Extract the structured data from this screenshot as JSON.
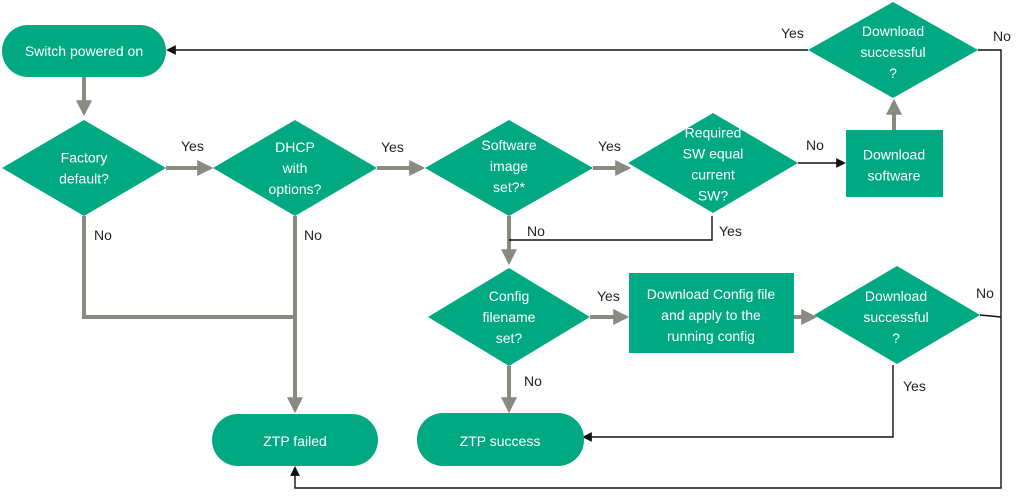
{
  "colors": {
    "node_fill": "#01a982",
    "node_text": "#ffffff",
    "flow_line": "#8a8a82",
    "return_line": "#111111",
    "label_text": "#222222"
  },
  "nodes": {
    "switch_powered_on": [
      "Switch powered on"
    ],
    "factory_default": [
      "Factory",
      "default?"
    ],
    "dhcp_options": [
      "DHCP",
      "with",
      "options?"
    ],
    "software_image_set": [
      "Software",
      "image",
      "set?*"
    ],
    "required_sw_equal": [
      "Required",
      "SW equal",
      "current",
      "SW?"
    ],
    "download_software": [
      "Download",
      "software"
    ],
    "download_successful_top": [
      "Download",
      "successful",
      "?"
    ],
    "config_filename_set": [
      "Config",
      "filename",
      "set?"
    ],
    "download_config": [
      "Download  Config file",
      "and apply to the",
      "running config"
    ],
    "download_successful_mid": [
      "Download",
      "successful",
      "?"
    ],
    "ztp_failed": [
      "ZTP failed"
    ],
    "ztp_success": [
      "ZTP success"
    ]
  },
  "edge_labels": {
    "factory_yes": "Yes",
    "factory_no": "No",
    "dhcp_yes": "Yes",
    "dhcp_no": "No",
    "software_yes": "Yes",
    "software_no": "No",
    "required_no": "No",
    "required_yes": "Yes",
    "download_top_yes": "Yes",
    "download_top_no": "No",
    "config_yes": "Yes",
    "config_no": "No",
    "download_mid_no": "No",
    "download_mid_yes": "Yes"
  }
}
